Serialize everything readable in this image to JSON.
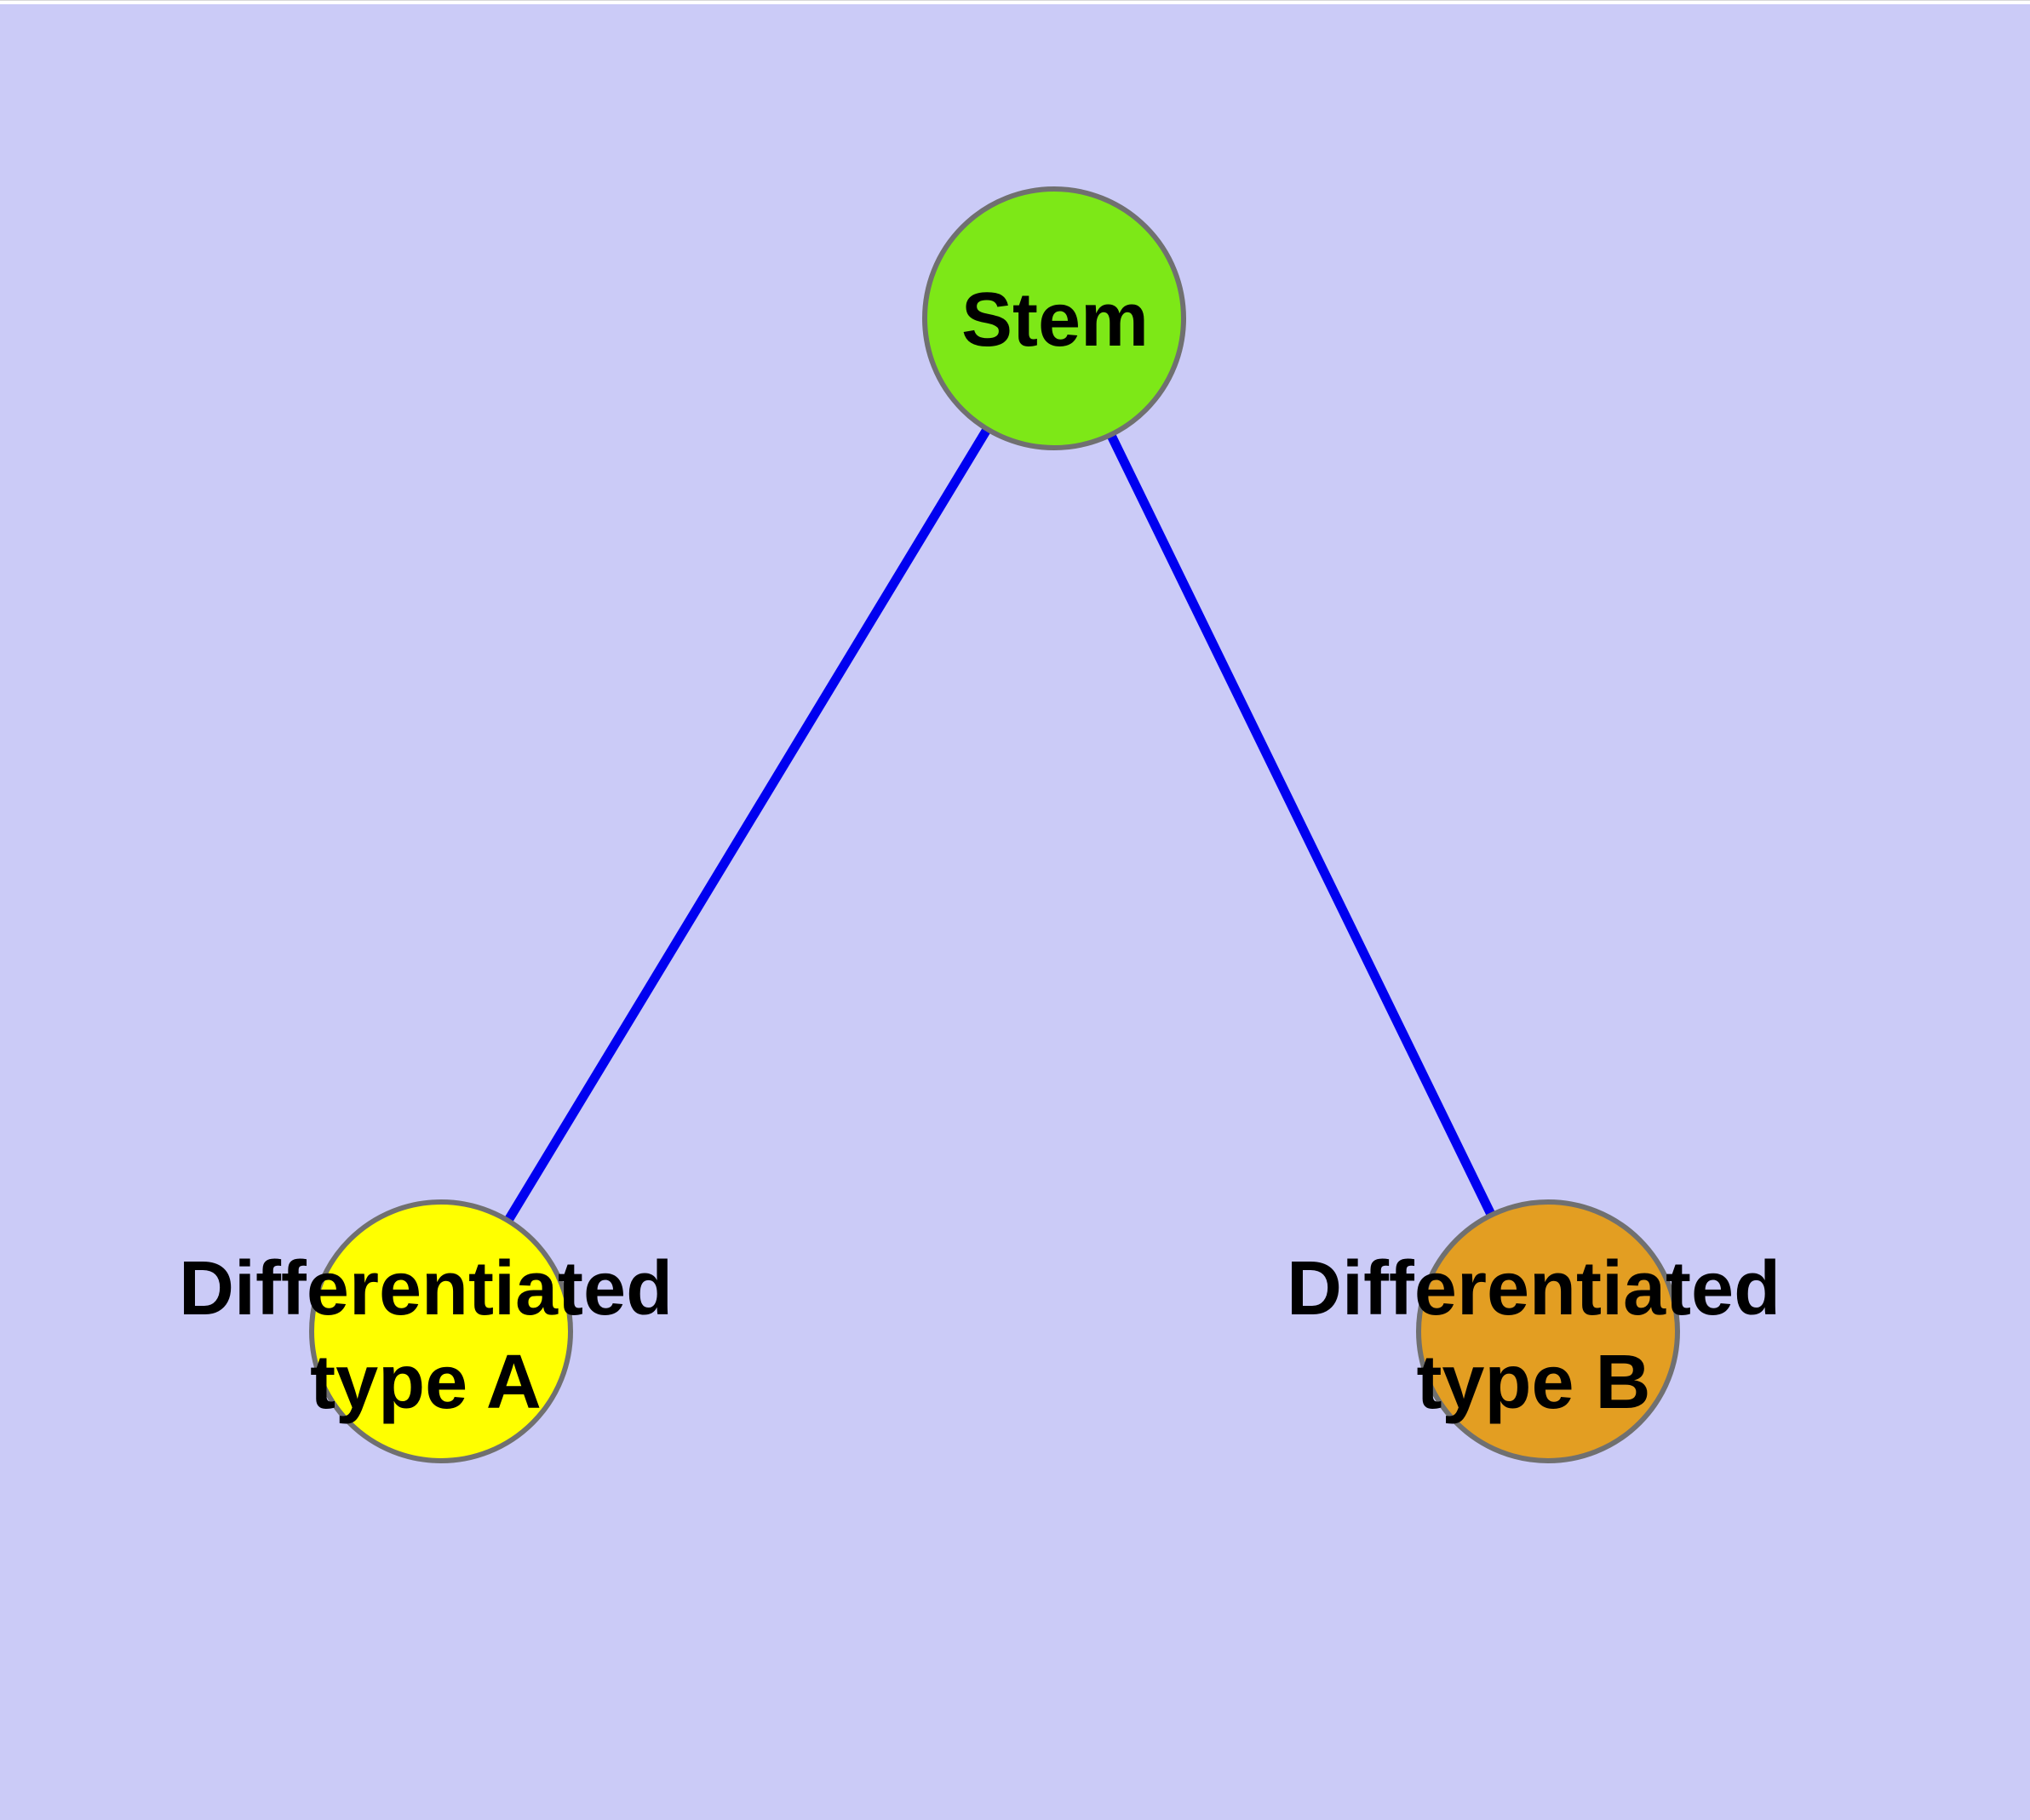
{
  "diagram": {
    "background_color": "#CBCBF7",
    "top_strip_color": "#FFFFFF",
    "text_color": "#000000",
    "node_stroke_color": "#707070",
    "nodes": {
      "stem": {
        "label": "Stem",
        "fill": "#7DE817"
      },
      "type_a": {
        "label": "Differentiated type A",
        "line1": "Differentiated",
        "line2": "type A",
        "fill": "#FFFF00"
      },
      "type_b": {
        "label": "Differentiated type B",
        "line1": "Differentiated",
        "line2": "type B",
        "fill": "#E39E22"
      }
    },
    "edges": [
      {
        "from": "stem",
        "to": "type_a",
        "color": "#0000F0",
        "style": "solid"
      },
      {
        "from": "stem",
        "to": "type_b",
        "color": "#0000F0",
        "style": "solid"
      }
    ]
  }
}
